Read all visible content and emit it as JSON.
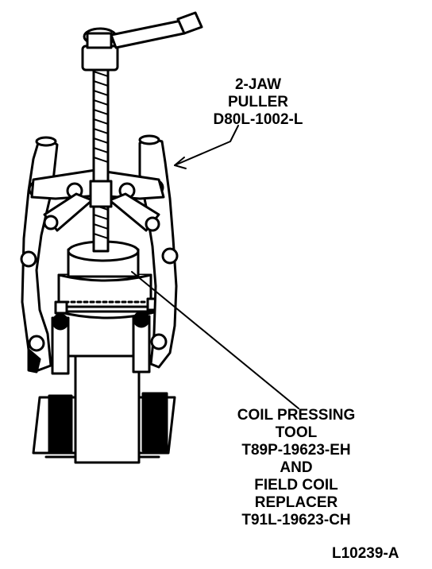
{
  "labels": {
    "puller": [
      "2-JAW",
      "PULLER",
      "D80L-1002-L"
    ],
    "coil_tool": [
      "COIL PRESSING",
      "TOOL",
      "T89P-19623-EH",
      "AND",
      "FIELD COIL",
      "REPLACER",
      "T91L-19623-CH"
    ],
    "figure_id": "L10239-A"
  },
  "colors": {
    "ink": "#000000",
    "paper": "#ffffff"
  }
}
